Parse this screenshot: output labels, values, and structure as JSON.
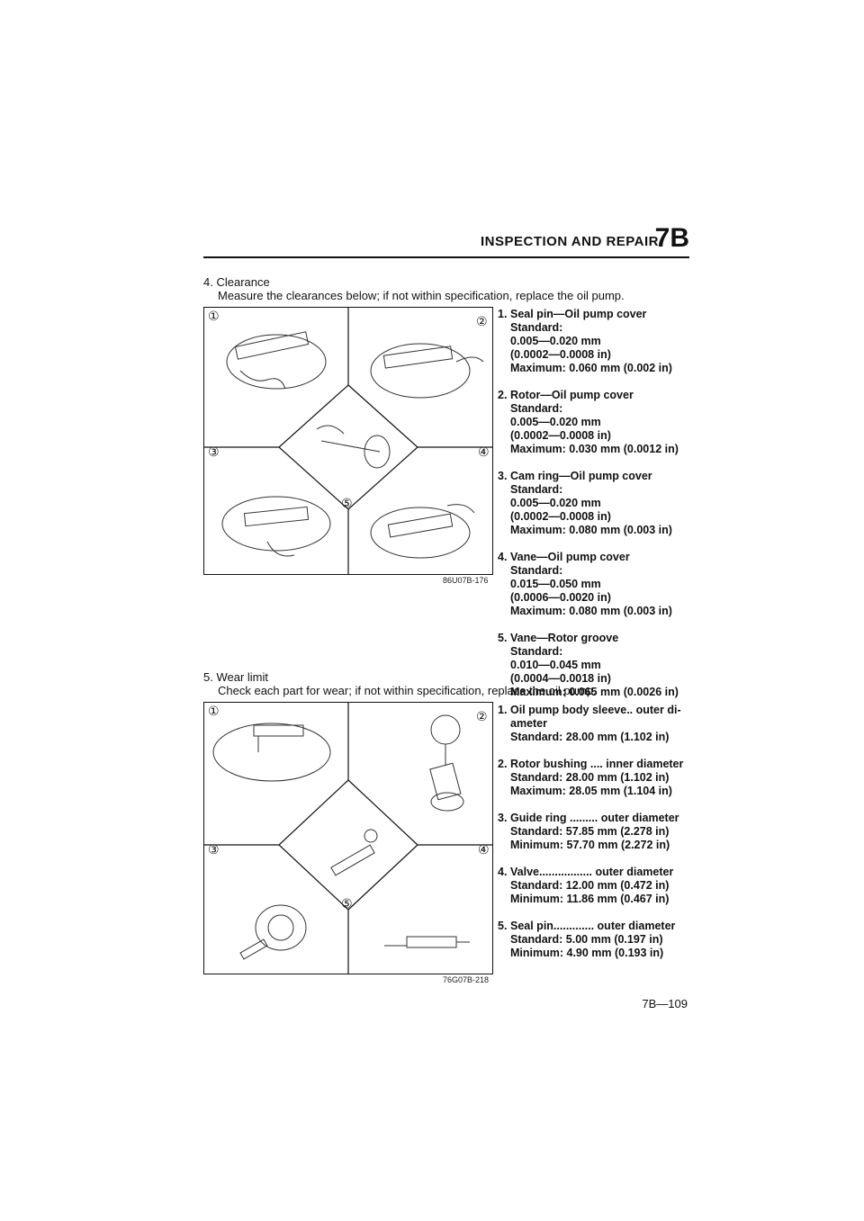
{
  "header": {
    "title": "INSPECTION AND REPAIR",
    "chapter": "7B"
  },
  "section4": {
    "title": "4. Clearance",
    "intro": "Measure the clearances below; if not within specification, replace the oil pump.",
    "figure": {
      "code": "86U07B-176",
      "markers": [
        "①",
        "②",
        "③",
        "④",
        "⑤"
      ]
    },
    "items": [
      {
        "num": "1.",
        "head": "Seal pin—Oil pump cover",
        "lines": [
          "Standard:",
          "0.005—0.020 mm",
          "(0.0002—0.0008 in)",
          "Maximum: 0.060 mm (0.002 in)"
        ]
      },
      {
        "num": "2.",
        "head": "Rotor—Oil pump cover",
        "lines": [
          "Standard:",
          "0.005—0.020 mm",
          "(0.0002—0.0008 in)",
          "Maximum: 0.030 mm (0.0012 in)"
        ]
      },
      {
        "num": "3.",
        "head": "Cam ring—Oil pump cover",
        "lines": [
          "Standard:",
          "0.005—0.020 mm",
          "(0.0002—0.0008 in)",
          "Maximum: 0.080 mm (0.003 in)"
        ]
      },
      {
        "num": "4.",
        "head": "Vane—Oil pump cover",
        "lines": [
          "Standard:",
          "0.015—0.050 mm",
          "(0.0006—0.0020 in)",
          "Maximum: 0.080 mm (0.003 in)"
        ]
      },
      {
        "num": "5.",
        "head": "Vane—Rotor groove",
        "lines": [
          "Standard:",
          "0.010—0.045 mm",
          "(0.0004—0.0018 in)",
          "Maximum: 0.065 mm (0.0026 in)"
        ]
      }
    ]
  },
  "section5": {
    "title": "5. Wear limit",
    "intro": "Check each part for wear; if not within specification, replace the oil pump.",
    "figure": {
      "code": "76G07B-218",
      "markers": [
        "①",
        "②",
        "③",
        "④",
        "⑤"
      ]
    },
    "items": [
      {
        "num": "1.",
        "head": "Oil pump body sleeve.. outer di-",
        "lines": [
          "ameter",
          "Standard: 28.00 mm (1.102 in)"
        ]
      },
      {
        "num": "2.",
        "head": "Rotor bushing .... inner diameter",
        "lines": [
          "Standard: 28.00 mm (1.102 in)",
          "Maximum: 28.05 mm (1.104 in)"
        ]
      },
      {
        "num": "3.",
        "head": "Guide ring ......... outer diameter",
        "lines": [
          "Standard: 57.85 mm (2.278 in)",
          "Minimum: 57.70 mm (2.272 in)"
        ]
      },
      {
        "num": "4.",
        "head": "Valve................. outer diameter",
        "lines": [
          "Standard: 12.00 mm (0.472 in)",
          "Minimum: 11.86 mm (0.467 in)"
        ]
      },
      {
        "num": "5.",
        "head": "Seal pin............. outer diameter",
        "lines": [
          "Standard: 5.00 mm (0.197 in)",
          "Minimum: 4.90 mm (0.193 in)"
        ]
      }
    ]
  },
  "footer": {
    "page": "7B—109"
  }
}
